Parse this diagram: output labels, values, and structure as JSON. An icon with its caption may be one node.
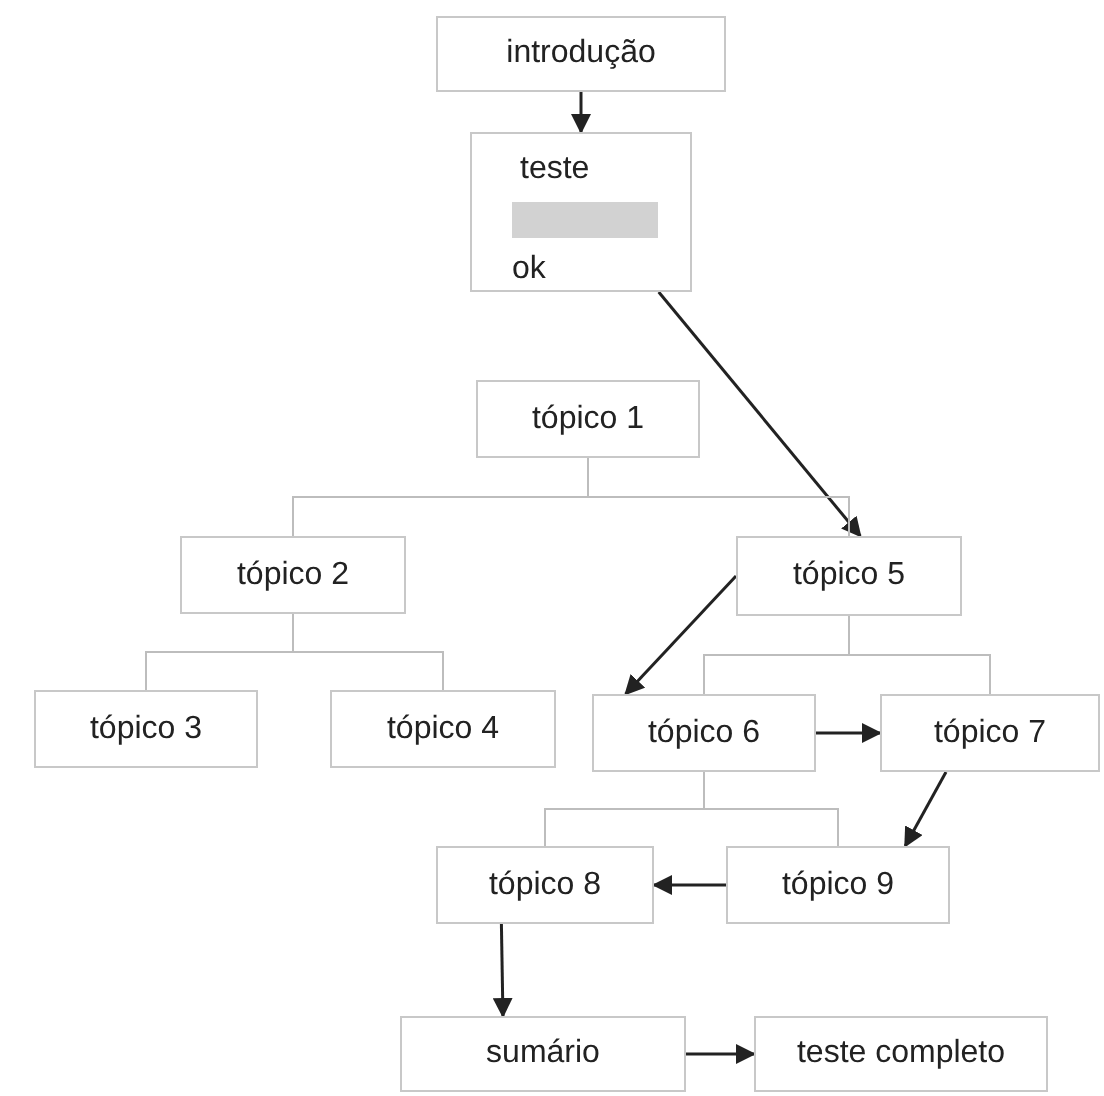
{
  "diagram": {
    "nodes": [
      {
        "text": [
          "introdução"
        ]
      },
      {
        "text": [
          "teste",
          "ok"
        ]
      },
      {
        "text": [
          "tópico 1"
        ]
      },
      {
        "text": [
          "tópico 2"
        ]
      },
      {
        "text": [
          "tópico 5"
        ]
      },
      {
        "text": [
          "tópico 3"
        ]
      },
      {
        "text": [
          "tópico 4"
        ]
      },
      {
        "text": [
          "tópico 6"
        ]
      },
      {
        "text": [
          "tópico 7"
        ]
      },
      {
        "text": [
          "tópico 8"
        ]
      },
      {
        "text": [
          "tópico 9"
        ]
      },
      {
        "text": [
          "sumário"
        ]
      },
      {
        "text": [
          "teste completo"
        ]
      }
    ],
    "edges": [
      {
        "from": 0,
        "to": 1,
        "arrow": "to"
      },
      {
        "from": 1,
        "to": 4,
        "arrow": "to"
      },
      {
        "from": 2,
        "to": 3,
        "arrow": "none",
        "color": "#bdbdbd"
      },
      {
        "from": 2,
        "to": 4,
        "arrow": "none",
        "color": "#bdbdbd"
      },
      {
        "from": 3,
        "to": 5,
        "arrow": "none",
        "color": "#bdbdbd"
      },
      {
        "from": 3,
        "to": 6,
        "arrow": "none",
        "color": "#bdbdbd"
      },
      {
        "from": 4,
        "to": 7,
        "arrow": "to"
      },
      {
        "from": 4,
        "to": 7,
        "arrow": "none",
        "color": "#bdbdbd"
      },
      {
        "from": 4,
        "to": 8,
        "arrow": "none",
        "color": "#bdbdbd"
      },
      {
        "from": 7,
        "to": 8,
        "arrow": "to"
      },
      {
        "from": 7,
        "to": 9,
        "arrow": "none",
        "color": "#bdbdbd"
      },
      {
        "from": 7,
        "to": 10,
        "arrow": "none",
        "color": "#bdbdbd"
      },
      {
        "from": 8,
        "to": 10,
        "arrow": "to"
      },
      {
        "from": 10,
        "to": 9,
        "arrow": "to"
      },
      {
        "from": 9,
        "to": 11,
        "arrow": "to"
      },
      {
        "from": 11,
        "to": 12,
        "arrow": "to"
      }
    ]
  }
}
